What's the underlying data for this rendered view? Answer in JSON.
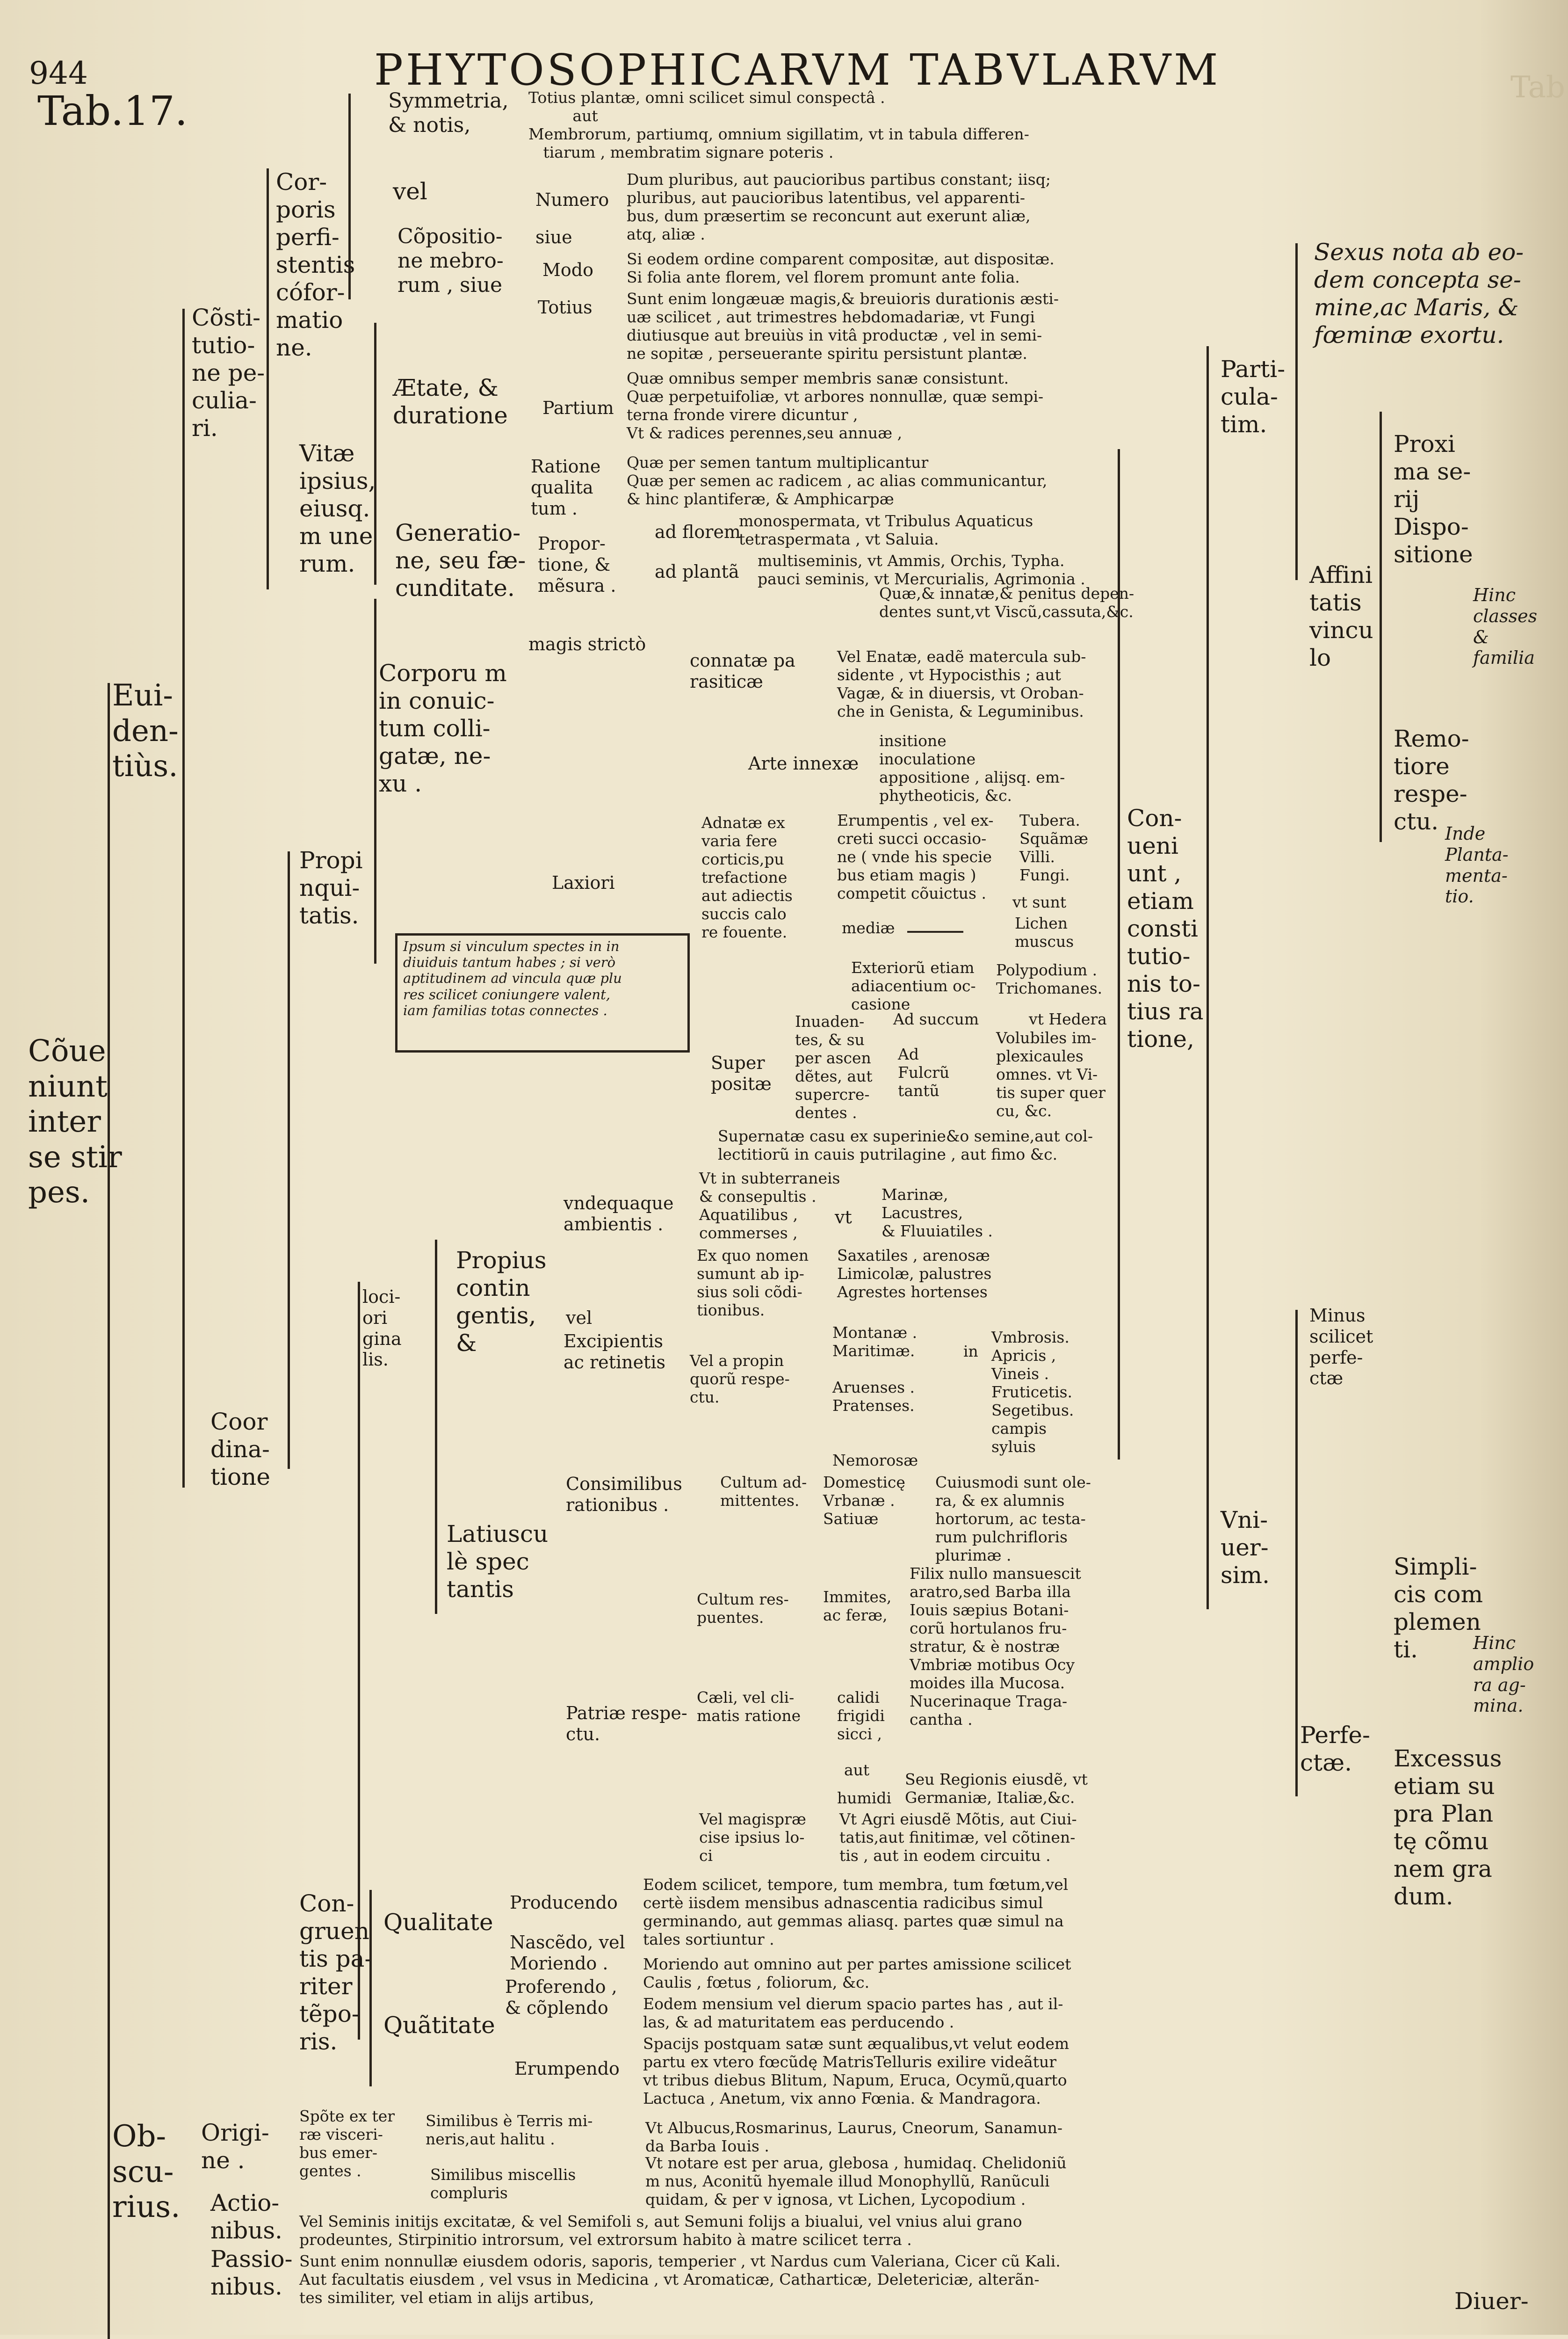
{
  "header": {
    "page_number": "944",
    "running_title": "PHYTOSOPHICARVM TABVLARVM",
    "table_label": "Tab.17."
  },
  "left_column": {
    "root": "Cõue\nniunt\ninter\nse stir\npes.",
    "euidentius": "Eui-\nden-\ntiùs.",
    "obscurius": "Ob-\nscu-\nrius."
  },
  "constitutione": {
    "label": "Cõsti-\ntutio-\nne pe-\nculia-\nri.",
    "corporis": "Cor-\nporis\nperfi-\nstentis\ncófor-\nmatio\nne.",
    "vel": "vel",
    "symmetria": "Symmetria,\n& notis,",
    "symmetria_text": "Totius plantæ, omni scilicet simul conspectâ .\n         aut\nMembrorum, partiumq, omnium sigillatim, vt in tabula differen-\n   tiarum , membratim signare poteris .",
    "compositione": "Cõpositio-\nne mebro-\nrum , siue",
    "numero": "Numero",
    "numero_text": "Dum pluribus, aut paucioribus partibus constant; iisq;\npluribus, aut paucioribus latentibus, vel apparenti-\nbus, dum præsertim se reconcunt aut exerunt aliæ,\natq, aliæ .",
    "siue": "siue",
    "modo": "Modo",
    "modo_text": "Si eodem ordine comparent compositæ, aut dispositæ.\nSi folia ante florem, vel florem promunt ante folia.",
    "vitae": "Vitæ\nipsius,\neiusq.\nm une\nrum.",
    "aetate": "Ætate, &\nduratione",
    "totius": "Totius",
    "totius_text": "Sunt enim longæuæ magis,& breuioris durationis æsti-\nuæ scilicet , aut trimestres hebdomadariæ, vt Fungi\ndiutiusque aut breuiùs in vitâ productæ , vel in semi-\nne sopitæ , perseuerante spiritu persistunt plantæ.",
    "partium": "Partium",
    "partium_text": "Quæ omnibus semper membris sanæ consistunt.\nQuæ perpetuifoliæ, vt arbores nonnullæ, quæ sempi-\nterna fronde virere dicuntur ,\nVt & radices perennes,seu annuæ ,",
    "generatione": "Generatio-\nne, seu fæ-\ncunditate.",
    "ratione": "Ratione\nqualita\ntum .",
    "ratione_text": "Quæ per semen tantum multiplicantur\nQuæ per semen ac radicem , ac alias communicantur,\n& hinc plantiferæ, & Amphicarpæ",
    "proportione": "Propor-\ntione, &\nmẽsura .",
    "ad_florem": "ad florem",
    "ad_florem_text": "monospermata, vt Tribulus Aquaticus\ntetraspermata , vt Saluia.",
    "ad_plantam": "ad plantã",
    "ad_plantam_text": "multiseminis, vt Ammis, Orchis, Typha.\npauci seminis, vt Mercurialis, Agrimonia ."
  },
  "propinquitatis": {
    "label": "Propi\nnqui-\ntatis.",
    "corporum": "Corporu m\nin conuic-\ntum colli-\ngatæ, ne-\nxu .",
    "magis_stricto": "magis strictò",
    "connatae": "connatæ pa\nrasiticæ",
    "connatae_text1": "Quæ,& innatæ,& penitus depen-\ndentes sunt,vt Viscũ,cassuta,&c.",
    "connatae_text2": "Vel Enatæ, eadẽ matercula sub-\nsidente , vt Hypocisthis ; aut\nVagæ, & in diuersis, vt Oroban-\nche in Genista, & Leguminibus.",
    "arte": "Arte innexæ",
    "arte_text": "insitione\ninoculatione\nappositione , alijsq. em-\nphytheoticis, &c.",
    "laxiori": "Laxiori",
    "adnatae": "Adnatæ ex\nvaria fere\ncorticis,pu\ntrefactione\naut adiectis\nsuccis calo\nre fouente.",
    "erumpentis": "Erumpentis , vel ex-\ncreti succi occasio-\nne ( vnde his specie\nbus etiam magis )\ncompetit cõuictus .",
    "tubera": "Tubera.\nSquãmæ\nVilli.\nFungi.",
    "vt_sunt": "vt sunt",
    "mediae": "mediæ",
    "lichen": "Lichen\nmuscus",
    "exteriorum": "Exteriorũ etiam\nadiacentium oc-\ncasione",
    "polypodium": "Polypodium .\nTrichomanes.",
    "box_text": "Ipsum si vinculum spectes in in\ndiuiduis tantum habes ; si verò\naptitudinem ad vincula quæ plu\nres scilicet coniungere valent,\niam familias totas connectes .",
    "superpositae": "Super\npositæ",
    "inuadentes": "Inuaden-\ntes, & su\nper ascen\ndẽtes, aut\nsupercre-\ndentes .",
    "ad_succum": "Ad succum",
    "vt_hedera": "vt Hedera",
    "ad_fulcrum": "Ad\nFulcrũ\ntantũ",
    "volubiles": "Volubiles im-\nplexicaules\nomnes. vt Vi-\ntis super quer\ncu, &c.",
    "supernatae": "Supernatæ casu ex superinie&o semine,aut col-\nlectitiorũ in cauis putrilagine , aut fimo &c."
  },
  "coordinatione": {
    "label": "Coor\ndina-\ntione",
    "loci": "loci-\nori\ngina\nlis.",
    "propius": "Propius\ncontin\ngentis,\n&",
    "undequaque": "vndequaque\nambientis .",
    "undequaque_text": "Vt in subterraneis\n& consepultis .\nAquatilibus ,\ncommerses ,",
    "vt": "vt",
    "marinae": "Marinæ,\nLacustres,\n& Fluuiatiles .",
    "vel": "vel",
    "excipientis": "Excipientis\nac retinetis",
    "ex_quo": "Ex quo nomen\nsumunt ab ip-\nsius soli cõdi-\ntionibus.",
    "saxatiles": "Saxatiles , arenosæ\nLimicolæ, palustres\nAgrestes hortenses",
    "vel_propinquorum": "Vel a propin\nquorũ respe-\nctu.",
    "montanae": "Montanæ .\nMaritimæ.\n\nAruenses .\nPratenses.\n\n\nNemorosæ",
    "in": "in",
    "umbrosis": "Vmbrosis.\nApricis ,\nVineis .\nFruticetis.\nSegetibus.\ncampis\nsyluis",
    "latiuscule": "Latiuscu\nlè spec\ntantis",
    "consimilibus": "Consimilibus\nrationibus .",
    "cultum": "Cultum ad-\nmittentes.",
    "domesticae": "Domesticę\nVrbanæ .\nSatiuæ",
    "cuiusmodi": "Cuiusmodi sunt ole-\nra, & ex alumnis\nhortorum, ac testa-\nrum pulchrifloris\nplurimæ .",
    "cultum_respuentes": "Cultum res-\npuentes.",
    "immites": "Immites,\nac feræ,",
    "filix": "Filix nullo mansuescit\naratro,sed Barba illa\nIouis sæpius Botani-\ncorũ hortulanos fru-\nstratur, & è nostræ\nVmbriæ motibus Ocy\nmoides illa Mucosa.\nNucerinaque Traga-\ncantha .",
    "patriae": "Patriæ respe-\nctu.",
    "caeli": "Cæli, vel cli-\nmatis ratione",
    "calidi": "calidi\nfrigidi\nsicci ,",
    "aut": "aut",
    "humidi": "humidi",
    "seu_regionis": "Seu Regionis eiusdẽ, vt\nGermaniæ, Italiæ,&c.",
    "vel_magis": "Vel magispræ\ncise ipsius lo-\nci",
    "vt_agri": "Vt Agri eiusdẽ Mõtis, aut Ciui-\ntatis,aut finitimæ, vel cõtinen-\ntis , aut in eodem circuitu ."
  },
  "congruentis": {
    "label": "Con-\ngruen\ntis pa-\nriter\ntẽpo-\nris.",
    "qualitate": "Qualitate",
    "producendo": "Producendo",
    "producendo_text": "Eodem scilicet, tempore, tum membra, tum fœtum,vel\ncertè iisdem mensibus adnascentia radicibus simul\ngerminando, aut gemmas aliasq. partes quæ simul na\ntales sortiuntur .",
    "nascendo": "Nascẽdo, vel\nMoriendo .",
    "moriendo_text": "Moriendo aut omnino aut per partes amissione scilicet\nCaulis , fœtus , foliorum, &c.",
    "quantitate": "Quãtitate",
    "proferendo": "Proferendo ,\n& cõplendo",
    "proferendo_text": "Eodem mensium vel dierum spacio partes has , aut il-\nlas, & ad maturitatem eas perducendo .",
    "erumpendo": "Erumpendo",
    "erumpendo_text": "Spacijs postquam satæ sunt æqualibus,vt velut eodem\npartu ex vtero fœcũdę MatrisTelluris exilire videãtur\nvt tribus diebus Blitum, Napum, Eruca, Ocymũ,quarto\nLactuca , Anetum, vix anno Fœnia. & Mandragora."
  },
  "obscurius": {
    "origine": "Origi-\nne .",
    "sponte": "Spõte ex ter\nræ visceri-\nbus emer-\ngentes .",
    "similibus": "Similibus è Terris mi-\nneris,aut halitu .",
    "similibus_miscellis": "Similibus miscellis\ncompluris",
    "albucus": "Vt Albucus,Rosmarinus, Laurus, Cneorum, Sanamun-\nda Barba Iouis .",
    "vt_notare": "Vt notare est per arua, glebosa , humidaq. Chelidoniũ\nm nus, Aconitũ hyemale illud Monophyllũ, Ranũculi\nquidam, & per v ignosa, vt Lichen, Lycopodium .",
    "actionibus": "Actio-\nnibus.",
    "seminis": "Vel Seminis initijs excitatæ, & vel Semifoli s, aut Semuni folijs a biualui, vel vnius alui grano\nprodeuntes, Stirpinitio introrsum, vel extrorsum habito à matre scilicet terra .",
    "passionibus": "Passio-\nnibus.",
    "passio_text": "Sunt enim nonnullæ eiusdem odoris, saporis, temperier , vt Nardus cum Valeriana, Cicer cũ Kali.\nAut facultatis eiusdem , vel vsus in Medicina , vt Aromaticæ, Catharticæ, Deletericiæ, alterãn-\ntes similiter, vel etiam in alijs artibus,"
  },
  "right_column": {
    "conueniunt": "Con-\nueni\nunt ,\netiam\nconsti\ntutio-\nnis to-\ntius ra\ntione,",
    "particulatim": "Parti-\ncula-\ntim.",
    "sexus": "Sexus nota ab eo-\ndem concepta se-\nmine,ac Maris, &\nfœminæ exortu.",
    "affinitatis": "Affini\ntatis\nvincu\nlo",
    "proxima": "Proxi\nma se-\nrij\nDispo-\nsitione",
    "hinc_classes": "Hinc\nclasses\n&\nfamilia",
    "remotiore": "Remo-\ntiore\nrespe-\nctu.",
    "inde_plantamenta": "Inde\nPlanta-\nmenta-\ntio.",
    "universim": "Vni-\nuer-\nsim.",
    "minus": "Minus\nscilicet\nperfe-\nctæ",
    "simplicis": "Simpli-\ncis com\nplemen\nti.",
    "hinc_amplio": "Hinc\namplio\nra ag-\nmina.",
    "perfectae": "Perfe-\nctæ.",
    "excessus": "Excessus\netiam su\npra Plan\ntę cõmu\nnem gra\ndum.",
    "catchword": "Diuer-",
    "ghost_page_top": "Tab"
  }
}
